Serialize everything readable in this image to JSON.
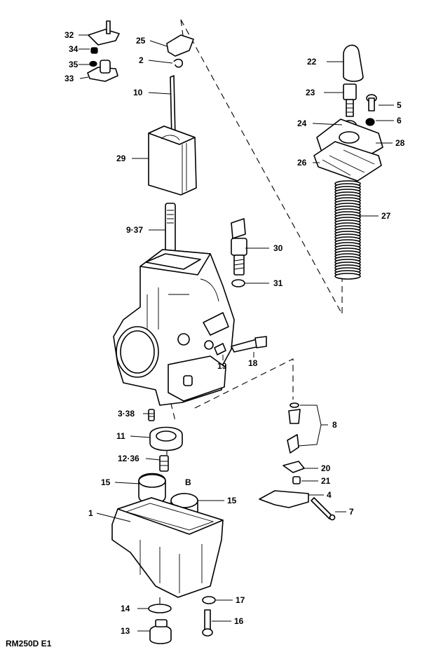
{
  "diagram_code": "RM250D E1",
  "callouts": [
    "32",
    "34",
    "35",
    "33",
    "25",
    "2",
    "10",
    "29",
    "9·37",
    "30",
    "31",
    "22",
    "23",
    "5",
    "24",
    "6",
    "28",
    "26",
    "27",
    "19",
    "18",
    "3·38",
    "11",
    "12·36",
    "15",
    "B",
    "15",
    "1",
    "8",
    "20",
    "21",
    "4",
    "7",
    "14",
    "17",
    "13",
    "16"
  ]
}
